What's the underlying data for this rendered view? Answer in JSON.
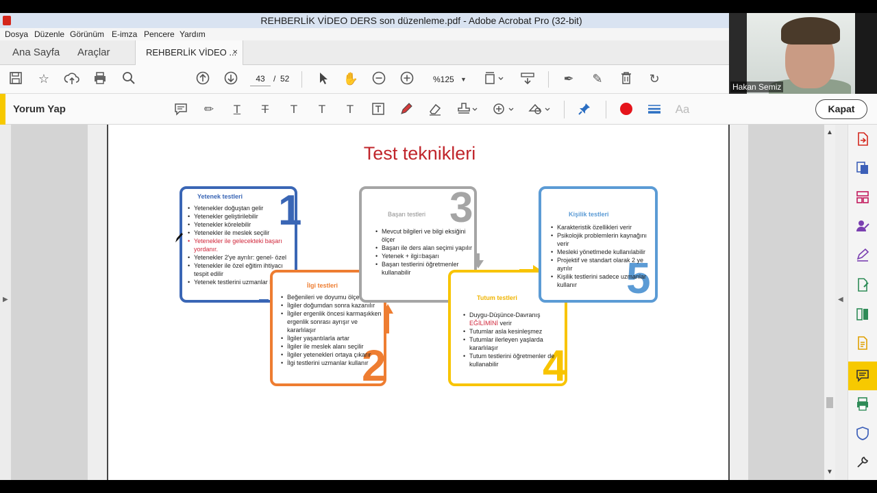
{
  "window": {
    "title": "REHBERLİK VİDEO DERS son düzenleme.pdf - Adobe Acrobat Pro (32-bit)"
  },
  "menu": [
    "Dosya",
    "Düzenle",
    "Görünüm",
    "E-imza",
    "Pencere",
    "Yardım"
  ],
  "tabs": {
    "home": "Ana Sayfa",
    "tools": "Araçlar",
    "doc": "REHBERLİK VİDEO ...",
    "close": "×"
  },
  "toolbar": {
    "page_current": "43",
    "page_sep": "/",
    "page_total": "52",
    "zoom": "%125"
  },
  "comment_bar": {
    "label": "Yorum Yap",
    "close_label": "Kapat",
    "font_label": "Aa"
  },
  "webcam": {
    "name": "Hakan Semiz"
  },
  "slide": {
    "title": "Test teknikleri",
    "boxes": [
      {
        "title": "Yetenek testleri",
        "number": "1",
        "items": [
          "Yetenekler doğuştan gelir",
          "Yetenekler geliştirilebilir",
          "Yetenekler körelebilir",
          "Yetenekler ile meslek seçilir",
          "Yetenekler ile gelecekteki başarı yordanır.",
          "Yetenekler 2'ye ayrılır: genel- özel",
          "Yetenekler ile özel eğitim ihtiyacı tespit edilir",
          "Yetenek testlerini uzmanlar kullanır"
        ]
      },
      {
        "title": "İlgi testleri",
        "number": "2",
        "items": [
          "Beğenileri ve doyumu ölçer",
          "İlgiler doğumdan sonra kazanılır",
          "İlgiler ergenlik öncesi karmaşıkken ergenlik sonrası ayrışır ve kararlılaşır",
          "İlgiler yaşantılarla artar",
          "İlgiler ile meslek alanı seçilir",
          "İlgiler yetenekleri ortaya çıkarır",
          "İlgi testlerini uzmanlar kullanır"
        ]
      },
      {
        "title": "Başarı testleri",
        "number": "3",
        "items": [
          "Mevcut bilgileri ve bilgi eksiğini ölçer",
          "Başarı ile ders alan seçimi yapılır",
          "Yetenek + ilgi=başarı",
          "Başarı testlerini öğretmenler kullanabilir"
        ]
      },
      {
        "title": "Tutum testleri",
        "number": "4",
        "items_pre": "Duygu-Düşünce-Davranış",
        "items_red": "EĞİLİMİNİ",
        "items_post": " verir",
        "items": [
          "Tutumlar asla kesinleşmez",
          "Tutumlar ilerleyen yaşlarda kararlılaşır",
          "Tutum testlerini öğretmenler de kullanabilir"
        ]
      },
      {
        "title": "Kişilik testleri",
        "number": "5",
        "items": [
          "Karakteristik özellikleri verir",
          "Psikolojik problemlerin kaynağını verir",
          "Mesleki yönetlmede kullanılabilir",
          "Projektif ve standart olarak 2 ye ayrılır",
          "Kişilik testlerini sadece uzmanlar kullanır"
        ]
      }
    ]
  },
  "colors": {
    "blue": "#3a66b5",
    "orange": "#ee7d31",
    "gray": "#a5a5a5",
    "yellow": "#f8c400",
    "lightblue": "#5b9bd5",
    "title_red": "#c0252b",
    "accent_yellow": "#f7c900"
  }
}
